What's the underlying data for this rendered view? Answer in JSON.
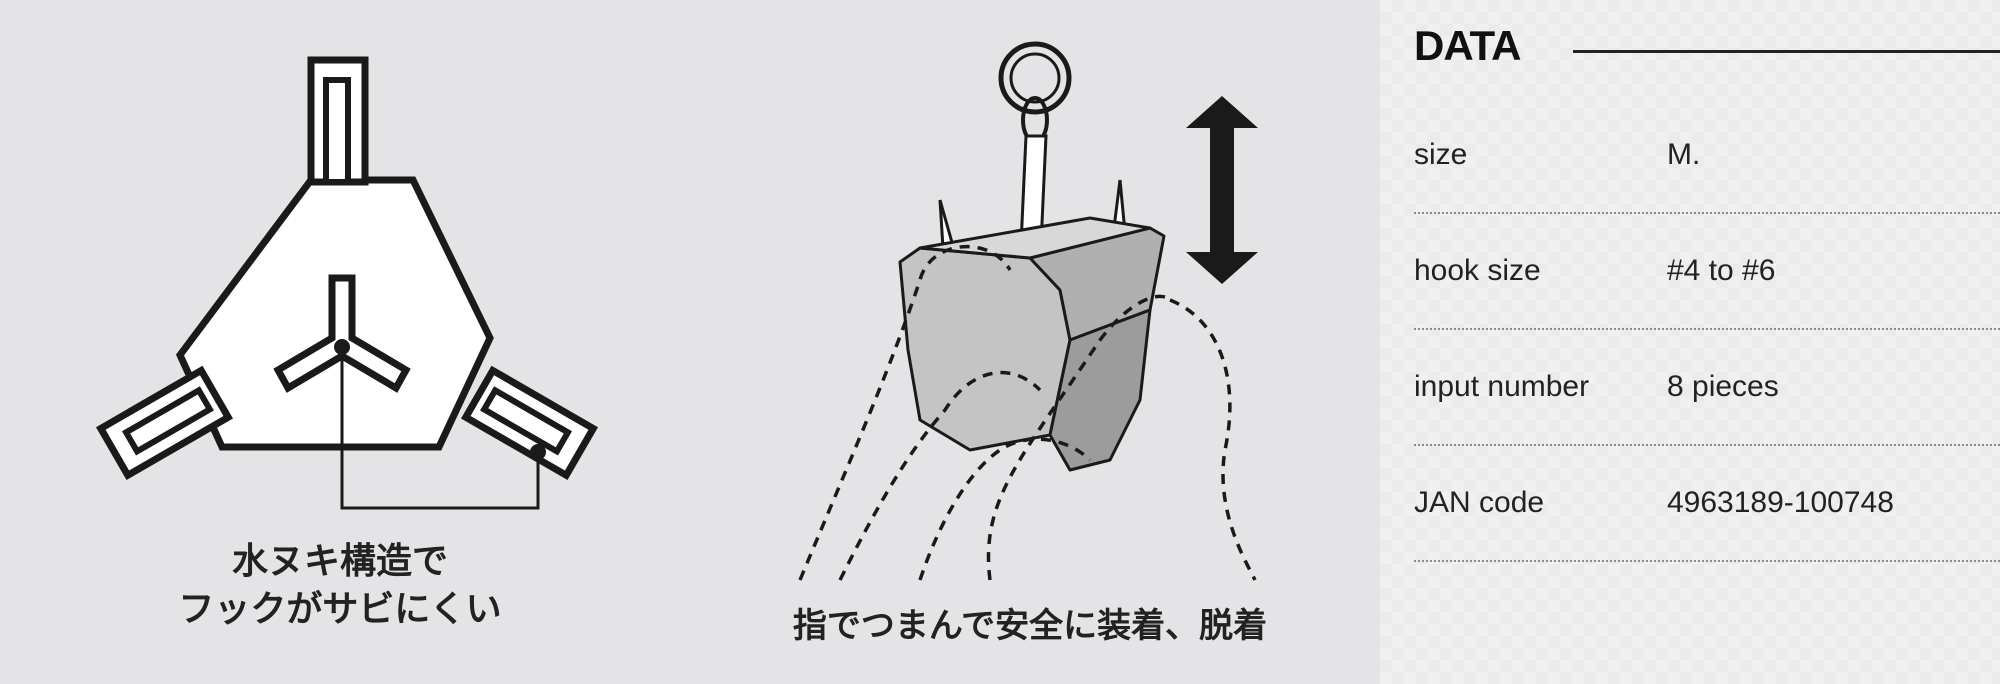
{
  "figure_left": {
    "caption_line1": "水ヌキ構造で",
    "caption_line2": "フックがサビにくい"
  },
  "figure_middle": {
    "caption": "指でつまんで安全に装着、脱着"
  },
  "data_panel": {
    "title": "DATA",
    "rows": [
      {
        "label": "size",
        "value": "M."
      },
      {
        "label": "hook size",
        "value": "#4 to #6"
      },
      {
        "label": "input number",
        "value": "8 pieces"
      },
      {
        "label": "JAN code",
        "value": "4963189-100748"
      }
    ]
  },
  "colors": {
    "left_background": "#e4e4e6",
    "right_background": "#f0f0f0",
    "ink": "#222222"
  }
}
